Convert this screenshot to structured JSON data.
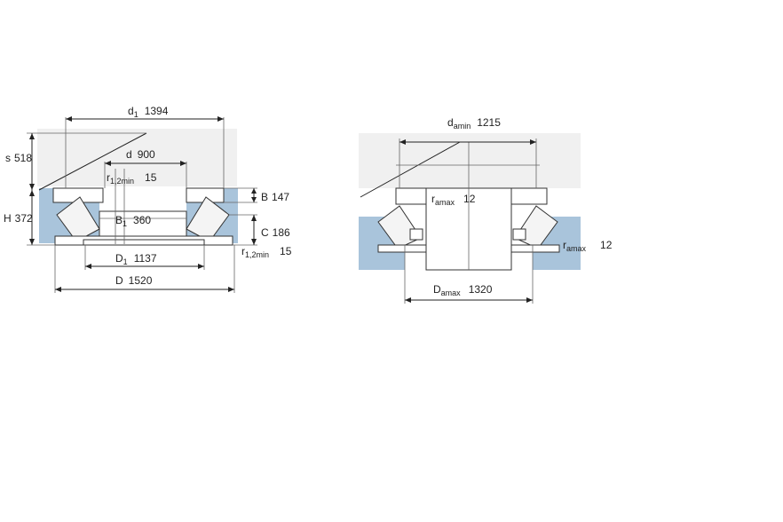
{
  "left": {
    "d1": {
      "sym": "d",
      "sub": "1",
      "value": "1394"
    },
    "d": {
      "sym": "d",
      "value": "900"
    },
    "s": {
      "sym": "s",
      "value": "518"
    },
    "r_top": {
      "sym": "r",
      "sub": "1,2min",
      "value": "15"
    },
    "B": {
      "sym": "B",
      "value": "147"
    },
    "H": {
      "sym": "H",
      "value": "372"
    },
    "B1": {
      "sym": "B",
      "sub": "1",
      "value": "360"
    },
    "C": {
      "sym": "C",
      "value": "186"
    },
    "r_bot": {
      "sym": "r",
      "sub": "1,2min",
      "value": "15"
    },
    "D1": {
      "sym": "D",
      "sub": "1",
      "value": "1137"
    },
    "D": {
      "sym": "D",
      "value": "1520"
    }
  },
  "right": {
    "da": {
      "sym": "d",
      "sub": "amin",
      "value": "1215"
    },
    "ra_in": {
      "sym": "r",
      "sub": "amax",
      "value": "12"
    },
    "ra_out": {
      "sym": "r",
      "sub": "amax",
      "value": "12"
    },
    "Da": {
      "sym": "D",
      "sub": "amax",
      "value": "1320"
    }
  },
  "colors": {
    "housing": "#a9c4db",
    "line": "#222222",
    "shade": "#f0f0f0"
  }
}
